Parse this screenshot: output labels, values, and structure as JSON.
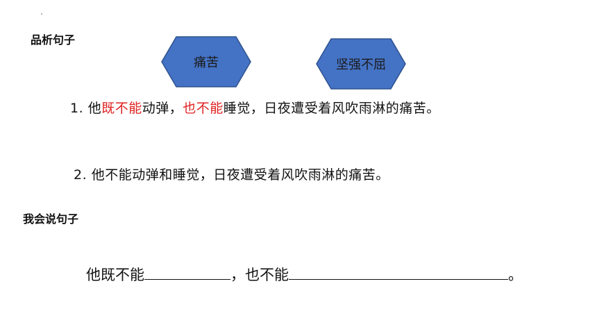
{
  "headings": {
    "analyze": "品析句子",
    "speak": "我会说句子"
  },
  "hexagons": [
    {
      "label": "痛苦",
      "fill": "#4472c4",
      "stroke": "#2f528f"
    },
    {
      "label": "坚强不屈",
      "fill": "#4472c4",
      "stroke": "#2f528f"
    }
  ],
  "sentence1": {
    "number": "1.",
    "parts": [
      "他",
      "既不能",
      "动弹，",
      "也不能",
      "睡觉，日夜遭受着风吹雨淋的痛苦。"
    ],
    "highlight_color": "#e02020"
  },
  "sentence2": {
    "number": "2.",
    "text": "他不能动弹和睡觉，日夜遭受着风吹雨淋的痛苦。"
  },
  "practice": {
    "part1": "他既不能",
    "part2": "，也不能",
    "part3": "。"
  }
}
